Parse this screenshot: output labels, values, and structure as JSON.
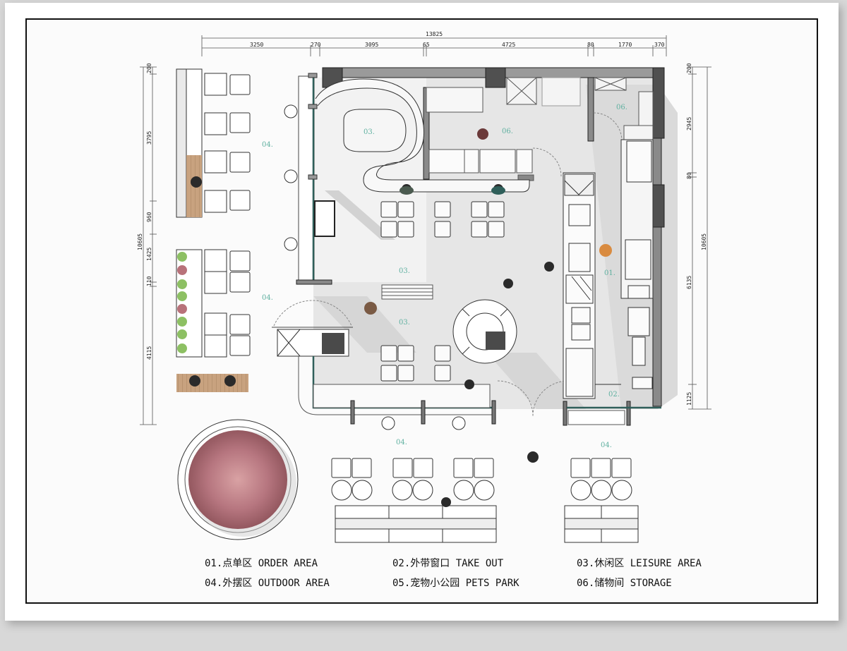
{
  "drawing": {
    "type": "architectural floor plan",
    "accent_color": "#5fb0a0",
    "wall_color": "#555555",
    "floor_color": "#e4e4e4",
    "glass_color": "#2f5f5a"
  },
  "dimensions": {
    "top_total": "13825",
    "top_segments": [
      "3250",
      "270",
      "3095",
      "65",
      "4725",
      "80",
      "1770",
      "370"
    ],
    "left_total": "10605",
    "left_segments": [
      "200",
      "3795",
      "960",
      "1425",
      "110",
      "4115"
    ],
    "right_total": "10605",
    "right_segments": [
      "200",
      "2945",
      "80",
      "6135",
      "1125"
    ]
  },
  "zones": {
    "z01": "01.",
    "z02": "02.",
    "z03a": "03.",
    "z03b": "03.",
    "z03c": "03.",
    "z04a": "04.",
    "z04b": "04.",
    "z04c": "04.",
    "z04d": "04.",
    "z06a": "06.",
    "z06b": "06."
  },
  "legend": [
    {
      "code": "01.",
      "cn": "点单区",
      "en": "ORDER AREA"
    },
    {
      "code": "02.",
      "cn": "外带窗口",
      "en": "TAKE OUT"
    },
    {
      "code": "03.",
      "cn": "休闲区",
      "en": "LEISURE AREA"
    },
    {
      "code": "04.",
      "cn": "外摆区",
      "en": "OUTDOOR AREA"
    },
    {
      "code": "05.",
      "cn": "宠物小公园",
      "en": "PETS PARK"
    },
    {
      "code": "06.",
      "cn": "储物间",
      "en": "STORAGE"
    }
  ],
  "legend_text": {
    "l1": "01.点单区  ORDER AREA",
    "l2": "02.外带窗口 TAKE OUT",
    "l3": "03.休闲区 LEISURE AREA",
    "l4": "04.外摆区 OUTDOOR AREA",
    "l5": "05.宠物小公园 PETS PARK",
    "l6": "06.储物间 STORAGE"
  }
}
